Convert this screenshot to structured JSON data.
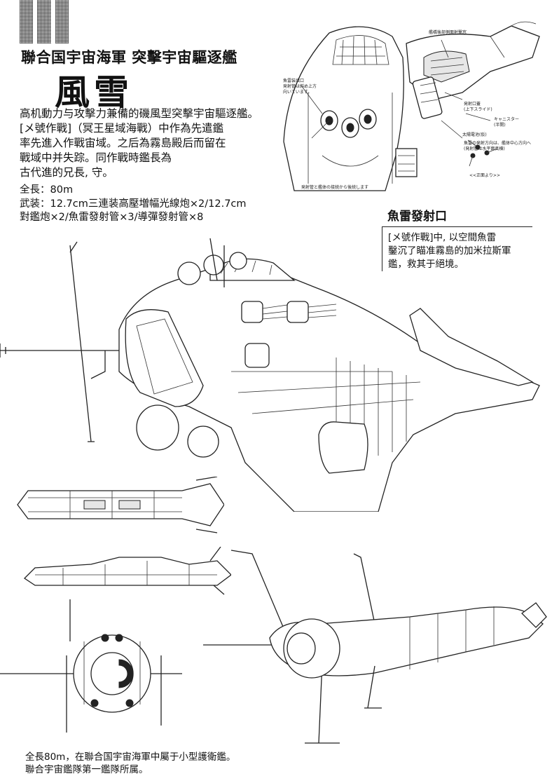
{
  "header": {
    "affiliation": "聯合国宇宙海軍 突擊宇宙驅逐艦",
    "ship_name": "風雪"
  },
  "description_lines": [
    "高机動力与攻擊力兼備的磯風型突擊宇宙驅逐艦。",
    "[メ號作戰]（冥王星域海戰）中作為先遣鑑",
    "率先進入作戰宙域。之后為霧島殿后而留在",
    "戰域中并失踪。同作戰時鑑長為",
    "古代進的兄長, 守。"
  ],
  "specs": {
    "length": "全長：80m",
    "armament_line1": "武装：12.7cm三連装高壓増幅光線炮×2/12.7cm",
    "armament_line2": "對鑑炮×2/魚雷發射管×3/導彈發射管×8"
  },
  "callout": {
    "title": "魚雷發射口",
    "body_lines": [
      "[メ號作戰]中, 以空間魚雷",
      "鑿沉了瞄准霧島的加米拉斯軍",
      "鑑，救其于絕境。"
    ]
  },
  "inset_notes": {
    "note_1": "魚雷装填口\n発射管は斜め上方\n向いています。",
    "note_2": "艦橋後部側面射撃窓",
    "note_3": "発射口蓋\n(上下スライド)",
    "note_4": "キャニスター\n(半開)",
    "note_5": "太陽電池(仮)",
    "note_6": "魚雷の発射方向は、艦体中心方向へ\n(発射管は水平面真横)",
    "note_7": "<<正面より>>",
    "note_8": "発射管と艦体の接続から後続します"
  },
  "footer_lines": [
    "全長80m，在聯合国宇宙海軍中屬于小型護衛鑑。",
    "聯合宇宙鑑隊第一鑑隊所属。"
  ]
}
